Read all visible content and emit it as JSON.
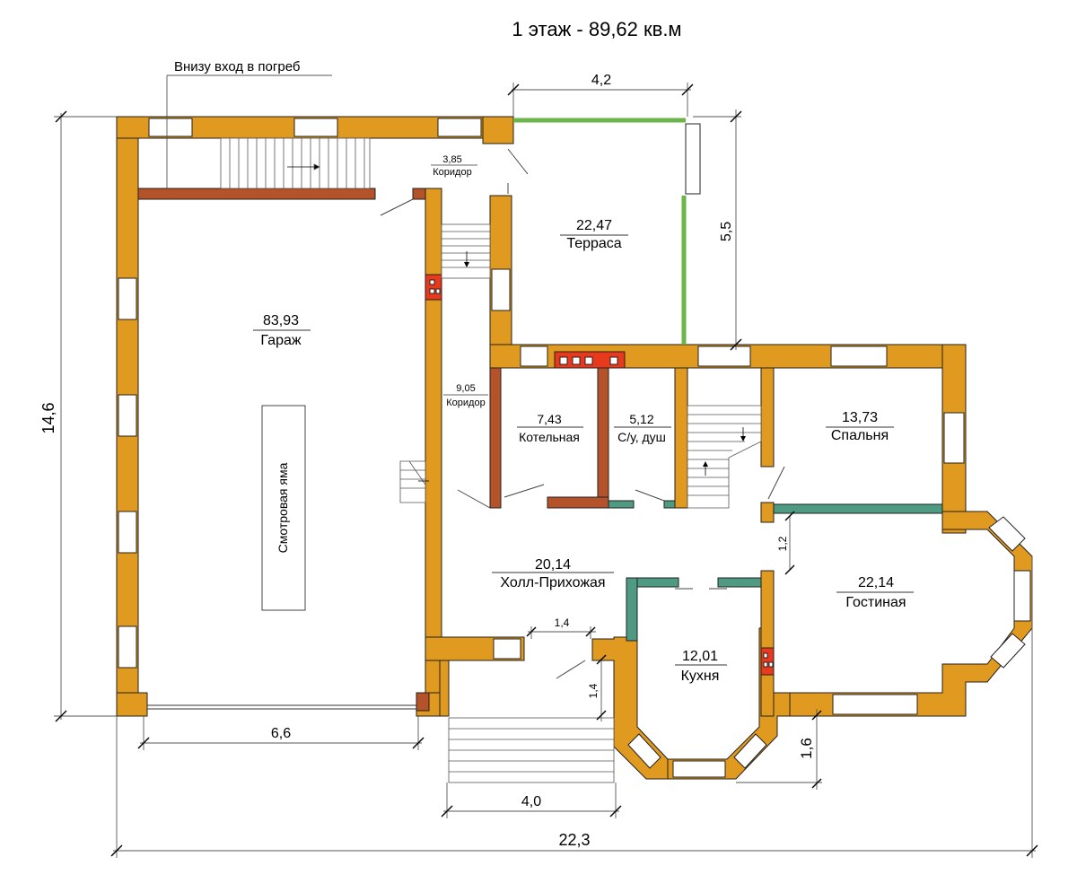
{
  "title": "1 этаж  - 89,62 кв.м",
  "note": "Внизу вход в погреб",
  "rooms": {
    "garage": {
      "area": "83,93",
      "name": "Гараж"
    },
    "pit": {
      "name": "Смотровая яма"
    },
    "corridor_top": {
      "area": "3,85",
      "name": "Коридор"
    },
    "terrace": {
      "area": "22,47",
      "name": "Терраса"
    },
    "corridor_mid": {
      "area": "9,05",
      "name": "Коридор"
    },
    "boiler": {
      "area": "7,43",
      "name": "Котельная"
    },
    "bath": {
      "area": "5,12",
      "name": "С/у, душ"
    },
    "bedroom": {
      "area": "13,73",
      "name": "Спальня"
    },
    "hall": {
      "area": "20,14",
      "name": "Холл-Прихожая"
    },
    "living": {
      "area": "22,14",
      "name": "Гостиная"
    },
    "kitchen": {
      "area": "12,01",
      "name": "Кухня"
    }
  },
  "dims": {
    "top_terrace": "4,2",
    "right_terrace": "5,5",
    "left_total": "14,6",
    "garage_width": "6,6",
    "porch_width": "4,0",
    "total_width": "22,3",
    "door_w": "1,4",
    "door_h": "1,4",
    "living_gap": "1,2",
    "bay_depth": "1,6"
  },
  "colors": {
    "wall": "#E09A1F",
    "brick": "#B4532A",
    "glass": "#6CB54A",
    "partition": "#4F9A82",
    "chimney": "#E8391C"
  }
}
